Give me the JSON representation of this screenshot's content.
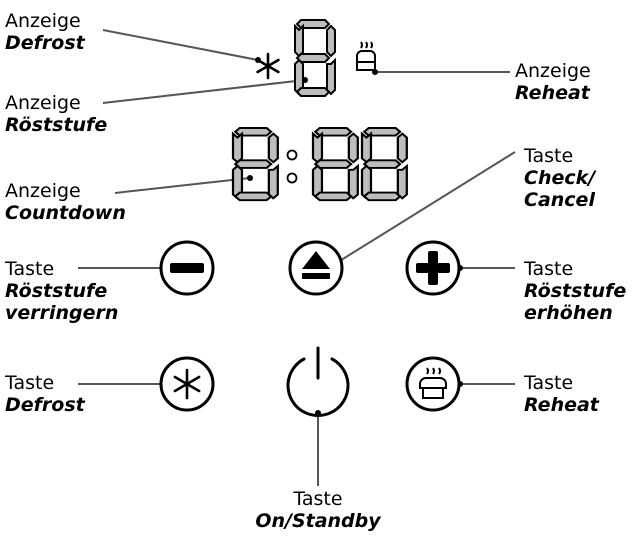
{
  "labels": {
    "defrost_indicator": {
      "kind": "Anzeige",
      "name": "Defrost"
    },
    "roeststufe_indicator": {
      "kind": "Anzeige",
      "name": "Röststufe"
    },
    "countdown_indicator": {
      "kind": "Anzeige",
      "name": "Countdown"
    },
    "reheat_indicator": {
      "kind": "Anzeige",
      "name": "Reheat"
    },
    "check_cancel_button": {
      "kind": "Taste",
      "name1": "Check/",
      "name2": "Cancel"
    },
    "roeststufe_minus": {
      "kind": "Taste",
      "name1": "Röststufe",
      "name2": "verringern"
    },
    "roeststufe_plus": {
      "kind": "Taste",
      "name1": "Röststufe",
      "name2": "erhöhen"
    },
    "defrost_button": {
      "kind": "Taste",
      "name": "Defrost"
    },
    "reheat_button": {
      "kind": "Taste",
      "name": "Reheat"
    },
    "on_standby_button": {
      "kind": "Taste",
      "name": "On/Standby"
    }
  },
  "icons": {
    "defrost": "snowflake-icon",
    "reheat": "toast-steam-icon",
    "minus": "minus-icon",
    "plus": "plus-icon",
    "eject": "eject-icon",
    "power": "power-icon"
  },
  "colors": {
    "ink": "#000000",
    "leader": "#555555",
    "segment_fill": "#bdbdbd"
  }
}
